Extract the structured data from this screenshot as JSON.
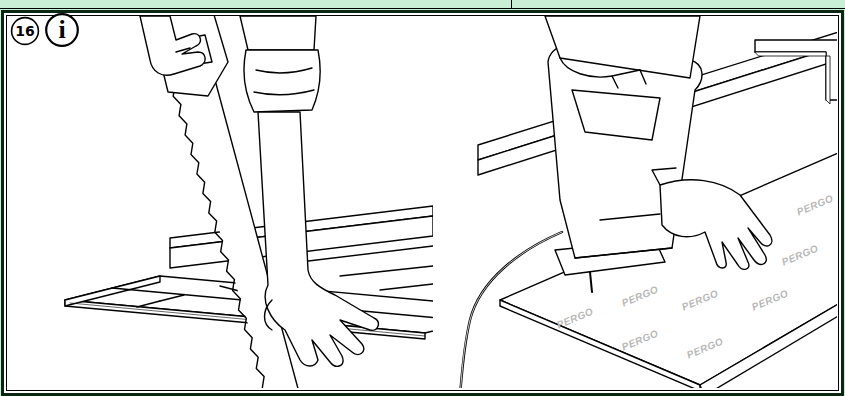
{
  "diagram": {
    "nodes": [
      {
        "text": [
          "16"
        ]
      },
      {
        "text": [
          "i"
        ]
      }
    ],
    "labels": [
      "PERGO",
      "PERGO",
      "PERGO",
      "PERGO",
      "PERGO",
      "PERGO",
      "PERGO",
      "PERGO"
    ]
  }
}
